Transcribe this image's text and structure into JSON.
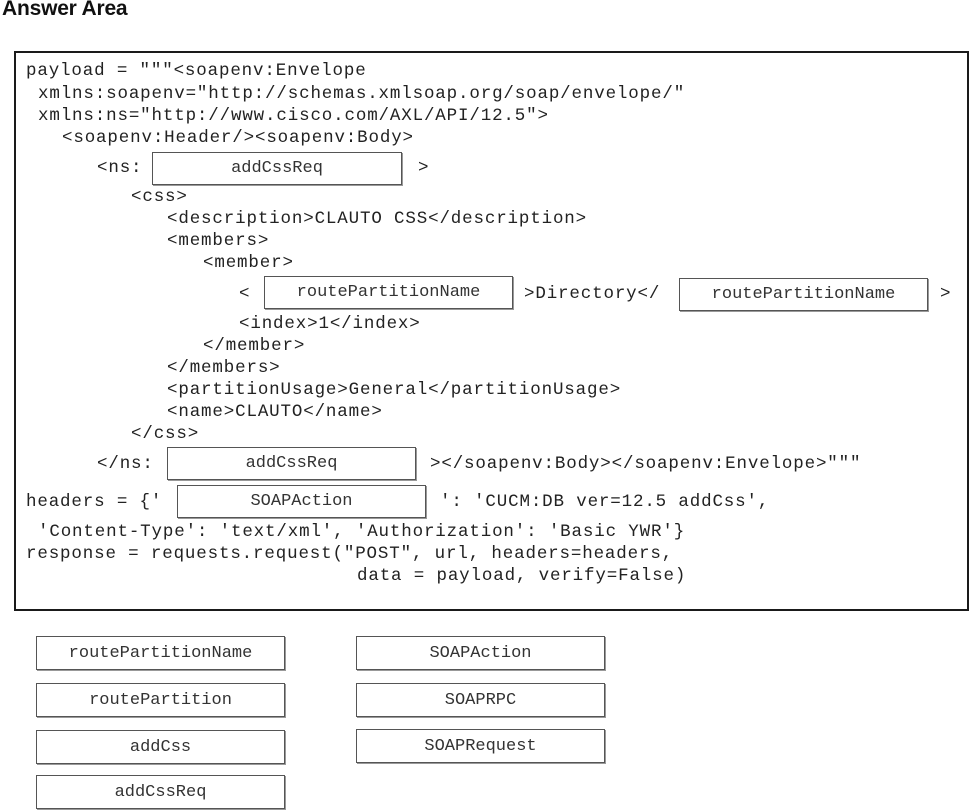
{
  "header": {
    "title": "Answer Area"
  },
  "code": {
    "line1": "payload = \"\"\"<soapenv:Envelope",
    "line2": "xmlns:soapenv=\"http://schemas.xmlsoap.org/soap/envelope/\"",
    "line3": "xmlns:ns=\"http://www.cisco.com/AXL/API/12.5\">",
    "line4": "<soapenv:Header/><soapenv:Body>",
    "line5_prefix": "<ns:",
    "line5_suffix": ">",
    "line6": "<css>",
    "line7": "<description>CLAUTO CSS</description>",
    "line8": "<members>",
    "line9": "<member>",
    "line10_prefix": "<",
    "line10_middle": ">Directory</",
    "line10_suffix": ">",
    "line11": "<index>1</index>",
    "line12": "</member>",
    "line13": "</members>",
    "line14": "<partitionUsage>General</partitionUsage>",
    "line15": "<name>CLAUTO</name>",
    "line16": "</css>",
    "line17_prefix": "</ns:",
    "line17_suffix": "></soapenv:Body></soapenv:Envelope>\"\"\"",
    "line18_prefix": "headers = {'",
    "line18_suffix": "': 'CUCM:DB ver=12.5 addCss',",
    "line19": "'Content-Type': 'text/xml', 'Authorization': 'Basic YWR'}",
    "line20": "response = requests.request(\"POST\", url, headers=headers,",
    "line21": "data = payload, verify=False)"
  },
  "slots": [
    {
      "id": "ns-open-tag",
      "value": "addCssReq"
    },
    {
      "id": "member-open-tag",
      "value": "routePartitionName"
    },
    {
      "id": "member-close-tag",
      "value": "routePartitionName"
    },
    {
      "id": "ns-close-tag",
      "value": "addCssReq"
    },
    {
      "id": "header-key",
      "value": "SOAPAction"
    }
  ],
  "options": {
    "left": [
      "routePartitionName",
      "routePartition",
      "addCss",
      "addCssReq"
    ],
    "right": [
      "SOAPAction",
      "SOAPRPC",
      "SOAPRequest"
    ]
  }
}
